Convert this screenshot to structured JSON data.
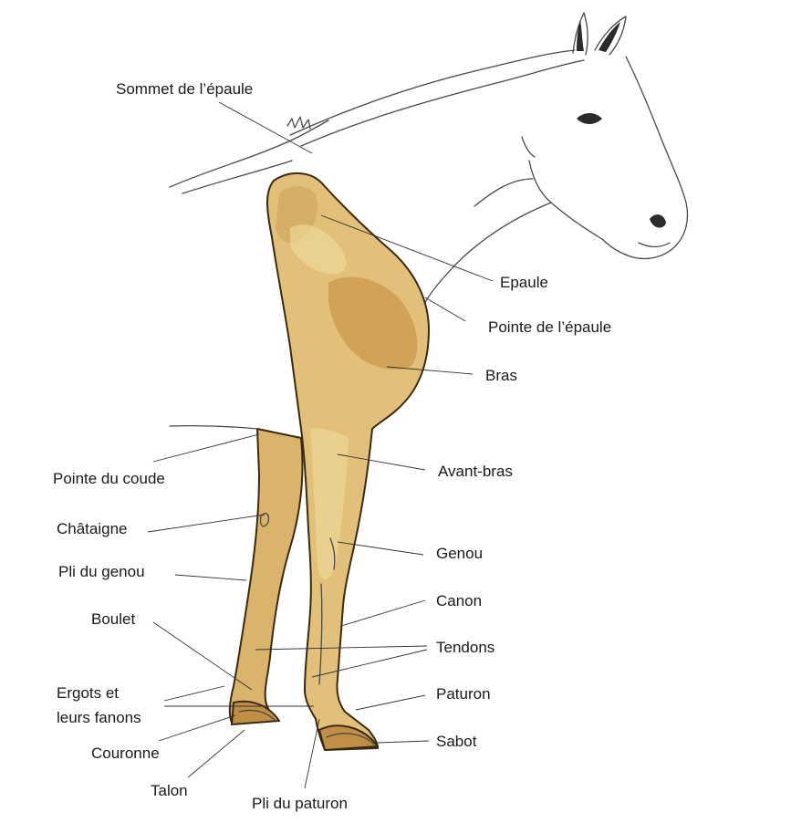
{
  "labels": {
    "sommet_epaule": "Sommet de l’épaule",
    "epaule": "Epaule",
    "pointe_epaule": "Pointe de l’épaule",
    "bras": "Bras",
    "pointe_coude": "Pointe du coude",
    "avant_bras": "Avant-bras",
    "chataigne": "Châtaigne",
    "genou": "Genou",
    "pli_genou": "Pli du genou",
    "canon": "Canon",
    "boulet": "Boulet",
    "tendons": "Tendons",
    "ergots_line1": "Ergots et",
    "ergots_line2": "leurs fanons",
    "paturon": "Paturon",
    "couronne": "Couronne",
    "sabot": "Sabot",
    "talon": "Talon",
    "pli_paturon": "Pli du paturon"
  },
  "colors": {
    "limb_fill": "#e2c07a",
    "limb_shade": "#c99a4e",
    "limb_light": "#f1dc9e",
    "outline": "#3a2a10",
    "sketch": "#4a4a4a",
    "text": "#1a1a1a"
  }
}
